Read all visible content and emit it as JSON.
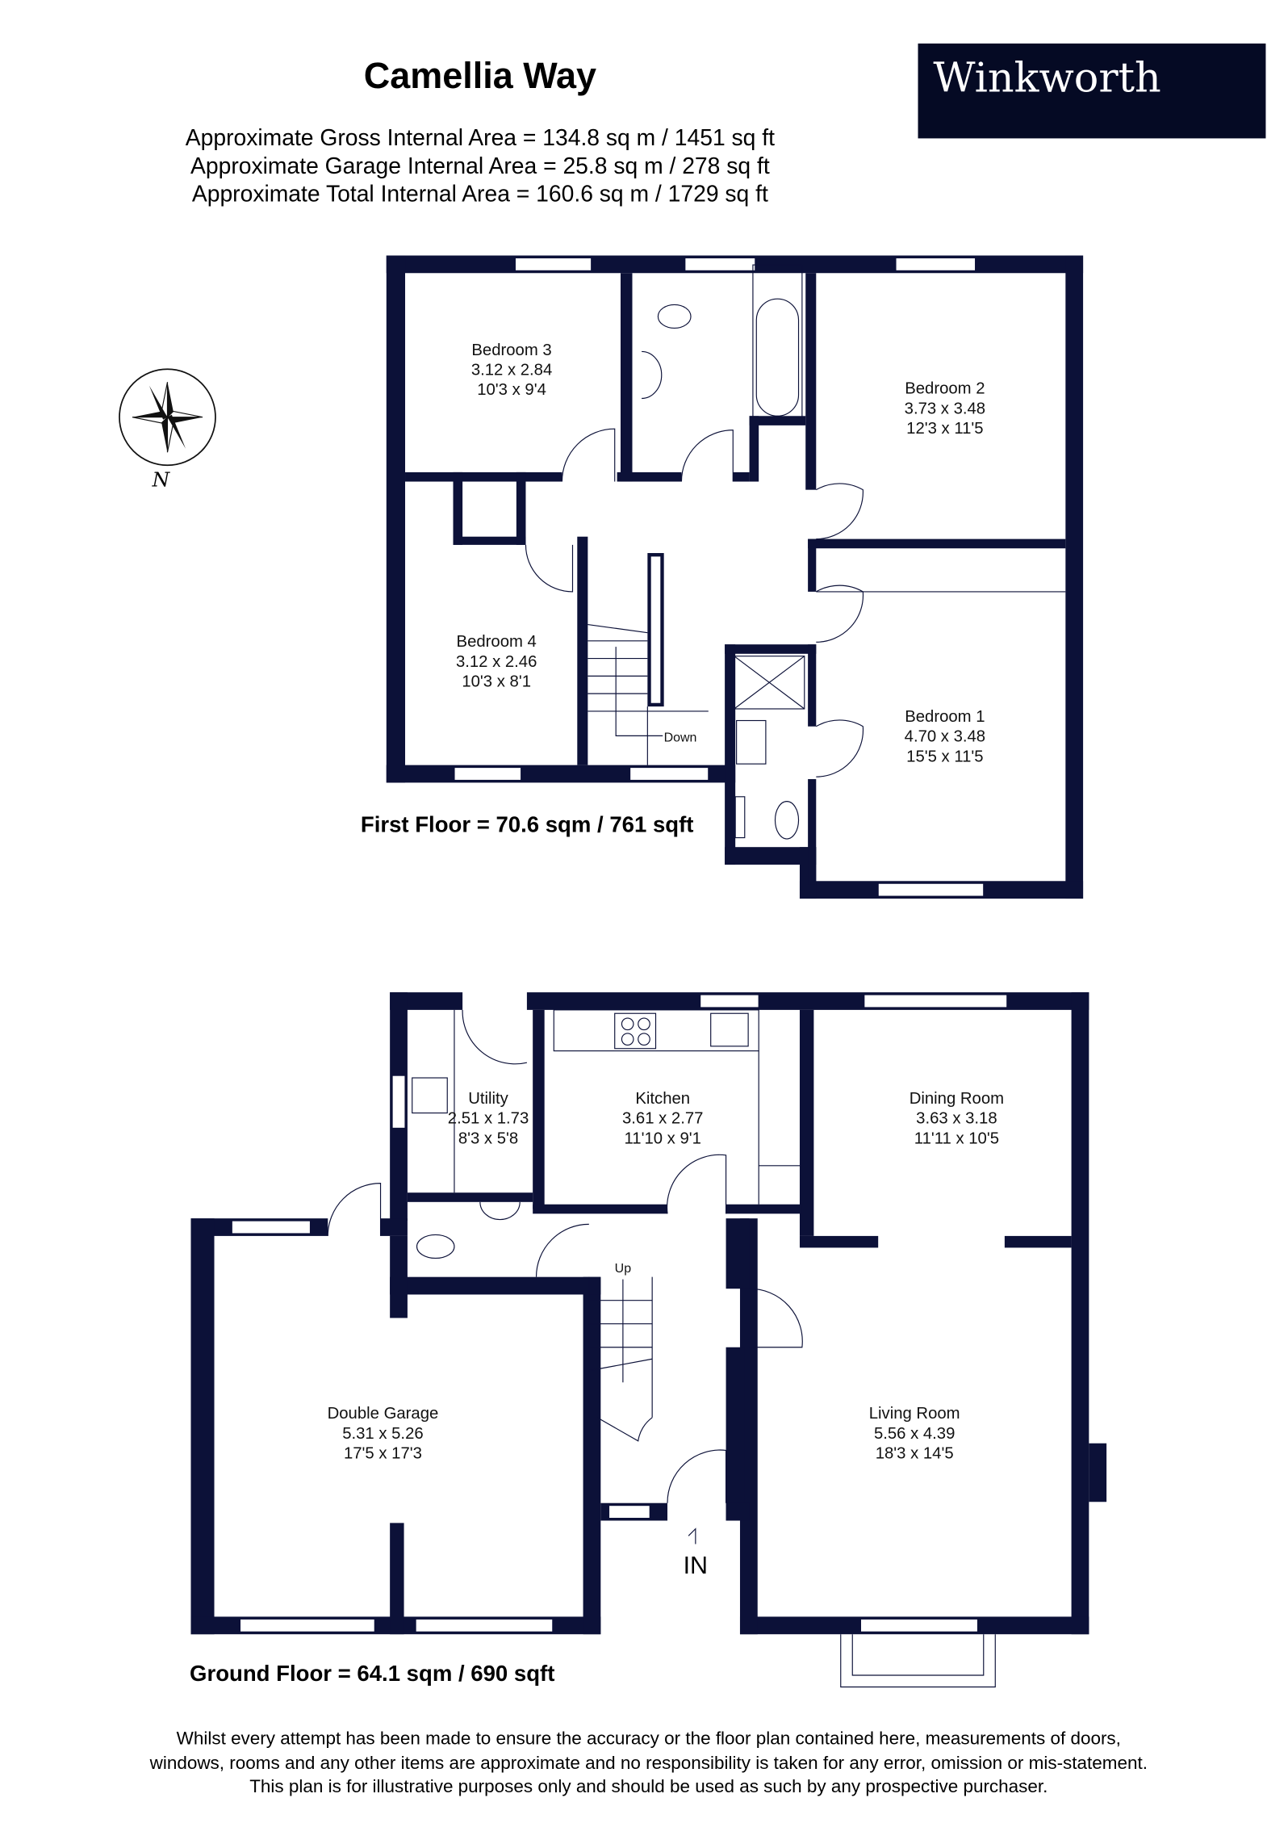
{
  "header": {
    "title": "Camellia Way",
    "areas": [
      "Approximate Gross Internal Area = 134.8 sq m / 1451 sq ft",
      "Approximate Garage Internal Area = 25.8 sq m / 278 sq ft",
      "Approximate Total Internal Area = 160.6 sq m / 1729 sq ft"
    ]
  },
  "logo": {
    "text": "Winkworth",
    "background": "#050a24",
    "color": "#ffffff"
  },
  "compass": {
    "label": "N"
  },
  "colors": {
    "walls": "#0c1138"
  },
  "first_floor": {
    "caption": "First Floor = 70.6 sqm / 761 sqft",
    "stairs_label": "Down",
    "rooms": [
      {
        "name": "Bedroom 3",
        "metric": "3.12 x 2.84",
        "imperial": "10'3 x 9'4"
      },
      {
        "name": "Bedroom 2",
        "metric": "3.73 x 3.48",
        "imperial": "12'3 x 11'5"
      },
      {
        "name": "Bedroom 4",
        "metric": "3.12 x 2.46",
        "imperial": "10'3 x 8'1"
      },
      {
        "name": "Bedroom 1",
        "metric": "4.70 x 3.48",
        "imperial": "15'5 x 11'5"
      }
    ]
  },
  "ground_floor": {
    "caption": "Ground Floor = 64.1 sqm / 690 sqft",
    "stairs_label": "Up",
    "entrance_label": "IN",
    "rooms": [
      {
        "name": "Utility",
        "metric": "2.51 x 1.73",
        "imperial": "8'3 x 5'8"
      },
      {
        "name": "Kitchen",
        "metric": "3.61 x 2.77",
        "imperial": "11'10 x 9'1"
      },
      {
        "name": "Dining Room",
        "metric": "3.63 x 3.18",
        "imperial": "11'11 x 10'5"
      },
      {
        "name": "Double Garage",
        "metric": "5.31 x 5.26",
        "imperial": "17'5 x 17'3"
      },
      {
        "name": "Living Room",
        "metric": "5.56 x 4.39",
        "imperial": "18'3 x 14'5"
      }
    ]
  },
  "disclaimer": [
    "Whilst every attempt has been made to ensure the accuracy or the floor plan contained here, measurements of doors,",
    "windows, rooms and any other items are approximate and no responsibility is taken for any error, omission or mis-statement.",
    "This plan is for illustrative purposes only and should be used as such by any prospective purchaser."
  ]
}
